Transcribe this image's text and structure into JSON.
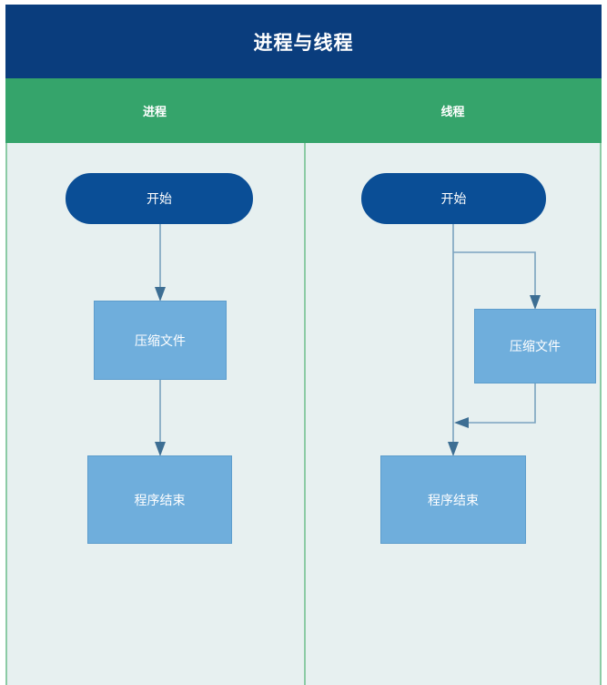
{
  "title": {
    "text": "进程与线程"
  },
  "lanes": [
    {
      "id": "process",
      "label": "进程"
    },
    {
      "id": "thread",
      "label": "线程"
    }
  ],
  "nodes": {
    "process": [
      {
        "id": "start",
        "label": "开始",
        "shape": "terminator"
      },
      {
        "id": "zip",
        "label": "压缩文件",
        "shape": "process"
      },
      {
        "id": "end",
        "label": "程序结束",
        "shape": "process"
      }
    ],
    "thread": [
      {
        "id": "start",
        "label": "开始",
        "shape": "terminator"
      },
      {
        "id": "zip",
        "label": "压缩文件",
        "shape": "process"
      },
      {
        "id": "end",
        "label": "程序结束",
        "shape": "process"
      }
    ]
  },
  "edges": {
    "process": [
      {
        "from": "start",
        "to": "zip",
        "kind": "straight"
      },
      {
        "from": "zip",
        "to": "end",
        "kind": "straight"
      }
    ],
    "thread": [
      {
        "from": "start",
        "to": "zip",
        "kind": "branch-right"
      },
      {
        "from": "zip",
        "to": "end",
        "kind": "rejoin-left"
      },
      {
        "from": "start",
        "to": "end",
        "kind": "straight-trunk"
      }
    ]
  },
  "colors": {
    "header_blue": "#0A3D7D",
    "lane_green": "#35A46B",
    "lane_divider": "#8CCBA5",
    "canvas_bg": "#E7F0F0",
    "terminator_fill": "#0A4E96",
    "process_fill": "#6FAEDC",
    "connector": "#7BA3BF",
    "arrowhead": "#3D6E93",
    "node_text": "#FFFFFF"
  }
}
